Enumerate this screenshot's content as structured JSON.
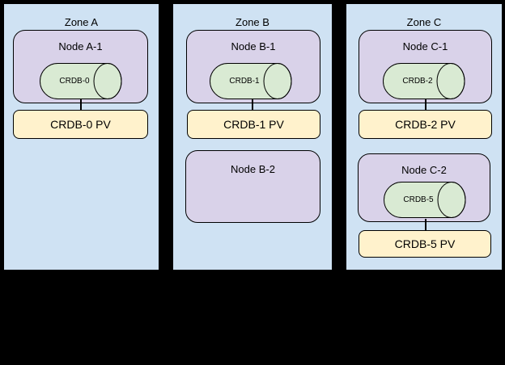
{
  "colors": {
    "page_bg": "#000000",
    "zone_fill": "#cfe2f3",
    "node_fill": "#d9d2e9",
    "cylinder_fill": "#d9ead3",
    "pv_fill": "#fff2cc",
    "stroke": "#000000"
  },
  "zones": [
    {
      "label": "Zone A",
      "nodes": [
        {
          "label": "Node A-1",
          "cylinder": "CRDB-0",
          "pv": "CRDB-0 PV"
        }
      ]
    },
    {
      "label": "Zone B",
      "nodes": [
        {
          "label": "Node B-1",
          "cylinder": "CRDB-1",
          "pv": "CRDB-1 PV"
        },
        {
          "label": "Node B-2"
        }
      ]
    },
    {
      "label": "Zone C",
      "nodes": [
        {
          "label": "Node C-1",
          "cylinder": "CRDB-2",
          "pv": "CRDB-2 PV"
        },
        {
          "label": "Node C-2",
          "cylinder": "CRDB-5",
          "pv": "CRDB-5 PV"
        }
      ]
    }
  ]
}
